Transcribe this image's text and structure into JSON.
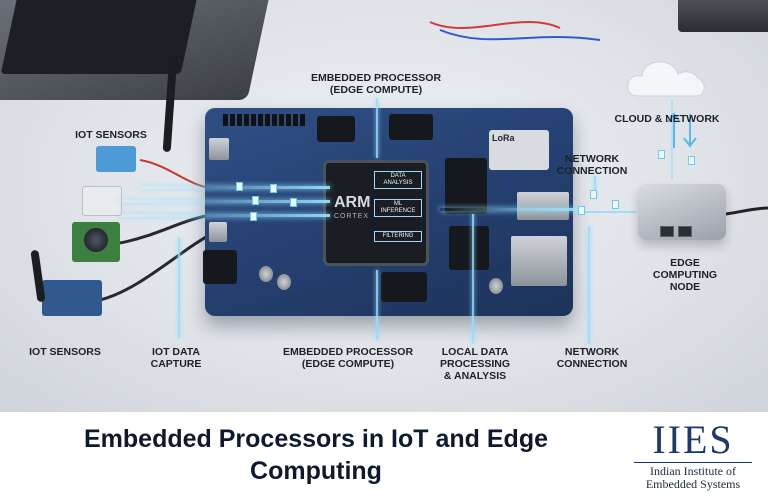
{
  "labels": {
    "top_processor": "EMBEDDED PROCESSOR\n(EDGE COMPUTE)",
    "iot_sensors_top": "IOT SENSORS",
    "cloud_network": "CLOUD & NETWORK",
    "network_connection_top": "NETWORK\nCONNECTION",
    "edge_node": "EDGE\nCOMPUTING\nNODE",
    "iot_sensors_bottom": "IOT SENSORS",
    "iot_data_capture": "IOT DATA\nCAPTURE",
    "bottom_processor": "EMBEDDED PROCESSOR\n(EDGE COMPUTE)",
    "local_processing": "LOCAL DATA\nPROCESSING\n& ANALYSIS",
    "network_connection_bottom": "NETWORK\nCONNECTION"
  },
  "chip": {
    "brand": "ARM",
    "core": "CORTEX",
    "blocks": [
      "DATA\nANALYSIS",
      "ML\nINFERENCE",
      "FILTERING"
    ]
  },
  "lora_module": "LoRa",
  "banner": {
    "title_line1": "Embedded Processors in IoT and Edge",
    "title_line2": "Computing",
    "logo_mark": "IIES",
    "logo_line1": "Indian Institute of",
    "logo_line2": "Embedded Systems"
  },
  "colors": {
    "board": "#2a4877",
    "beam": "#8fdcff",
    "title": "#0d1a2e",
    "logo": "#1e3a6d"
  },
  "icons": [
    "cloud-icon",
    "document-icon",
    "arrow-up-icon",
    "arrow-down-icon"
  ]
}
